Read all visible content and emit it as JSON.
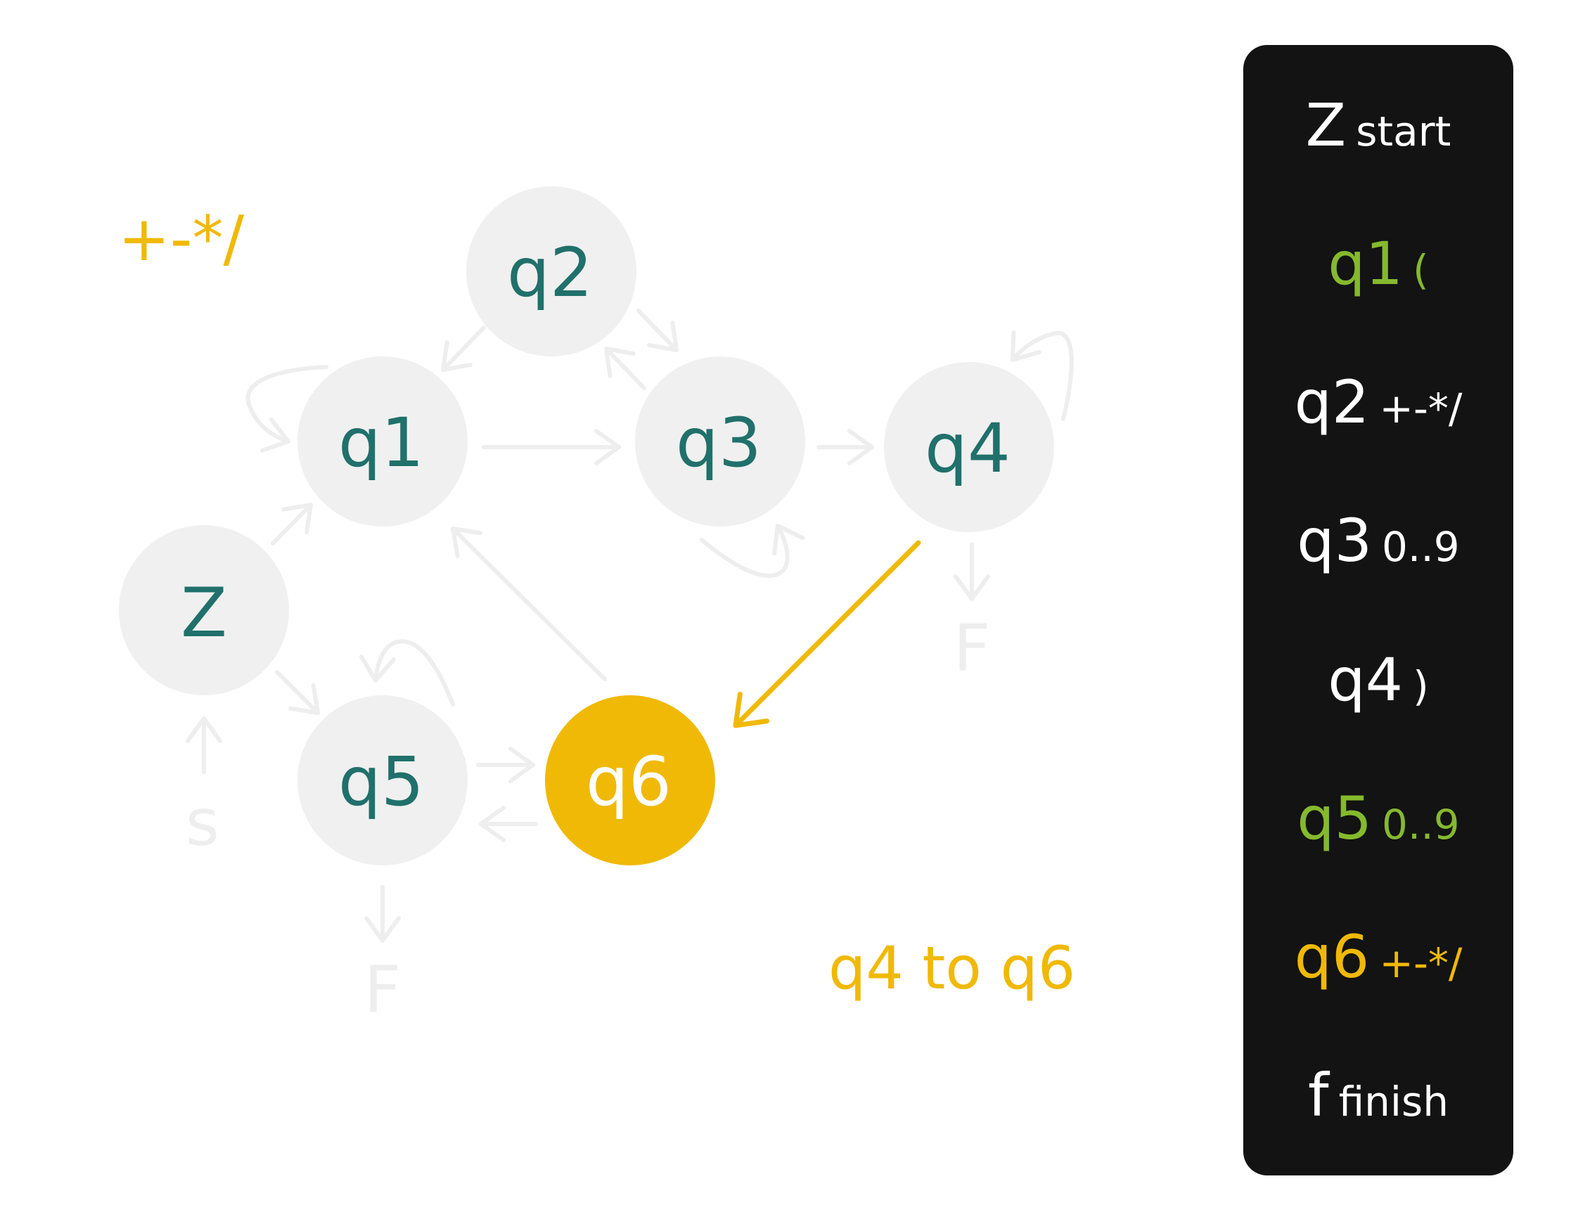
{
  "diagram": {
    "input_label": "+-*/",
    "transition_caption": "q4 to q6",
    "start_label": "s",
    "final_label_1": "F",
    "final_label_2": "F",
    "states": {
      "z": "Z",
      "q1": "q1",
      "q2": "q2",
      "q3": "q3",
      "q4": "q4",
      "q5": "q5",
      "q6": "q6"
    },
    "active_state": "q6",
    "active_transition": "q4-q6"
  },
  "legend": {
    "items": [
      {
        "key": "Z",
        "desc": "start",
        "color": "#ffffff"
      },
      {
        "key": "q1",
        "desc": "(",
        "color": "#85b92d"
      },
      {
        "key": "q2",
        "desc": "+-*/",
        "color": "#ffffff"
      },
      {
        "key": "q3",
        "desc": "0..9",
        "color": "#ffffff"
      },
      {
        "key": "q4",
        "desc": ")",
        "color": "#ffffff"
      },
      {
        "key": "q5",
        "desc": "0..9",
        "color": "#85b92d"
      },
      {
        "key": "q6",
        "desc": "+-*/",
        "color": "#f0b905"
      },
      {
        "key": "f",
        "desc": "finish",
        "color": "#ffffff"
      }
    ]
  },
  "colors": {
    "node_fill": "#f0f0f0",
    "node_text": "#20706b",
    "active_fill": "#f0b905",
    "active_text": "#ffffff",
    "edge": "#eeeeee",
    "highlight": "#f0b905",
    "panel_bg": "#121312"
  }
}
